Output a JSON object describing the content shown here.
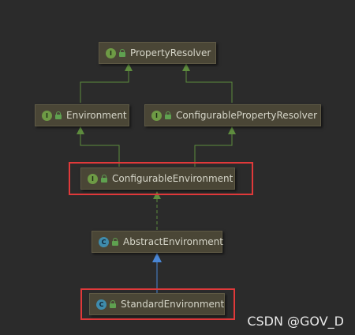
{
  "nodes": {
    "property_resolver": {
      "label": "PropertyResolver",
      "badge": "I"
    },
    "environment": {
      "label": "Environment",
      "badge": "I"
    },
    "configurable_property_resolver": {
      "label": "ConfigurablePropertyResolver",
      "badge": "I"
    },
    "configurable_environment": {
      "label": "ConfigurableEnvironment",
      "badge": "I"
    },
    "abstract_environment": {
      "label": "AbstractEnvironment",
      "badge": "C"
    },
    "standard_environment": {
      "label": "StandardEnvironment",
      "badge": "C"
    }
  },
  "edges": [
    {
      "from": "environment",
      "to": "property_resolver",
      "kind": "extends",
      "color": "#5e8c3e"
    },
    {
      "from": "configurable_property_resolver",
      "to": "property_resolver",
      "kind": "extends",
      "color": "#5e8c3e"
    },
    {
      "from": "configurable_environment",
      "to": "environment",
      "kind": "extends",
      "color": "#5e8c3e"
    },
    {
      "from": "configurable_environment",
      "to": "configurable_property_resolver",
      "kind": "extends",
      "color": "#5e8c3e"
    },
    {
      "from": "abstract_environment",
      "to": "configurable_environment",
      "kind": "implements",
      "color": "#5e8c3e"
    },
    {
      "from": "standard_environment",
      "to": "abstract_environment",
      "kind": "extends",
      "color": "#4a87d6"
    }
  ],
  "colors": {
    "background": "#2b2b2b",
    "node_fill": "#4a4636",
    "interface_badge": "#6e9b45",
    "class_badge": "#3f8bab",
    "highlight": "#e0393a"
  },
  "icons": {
    "interface": "interface-icon",
    "class": "class-icon",
    "visibility": "lock-icon"
  },
  "watermark": "CSDN @GOV_D"
}
